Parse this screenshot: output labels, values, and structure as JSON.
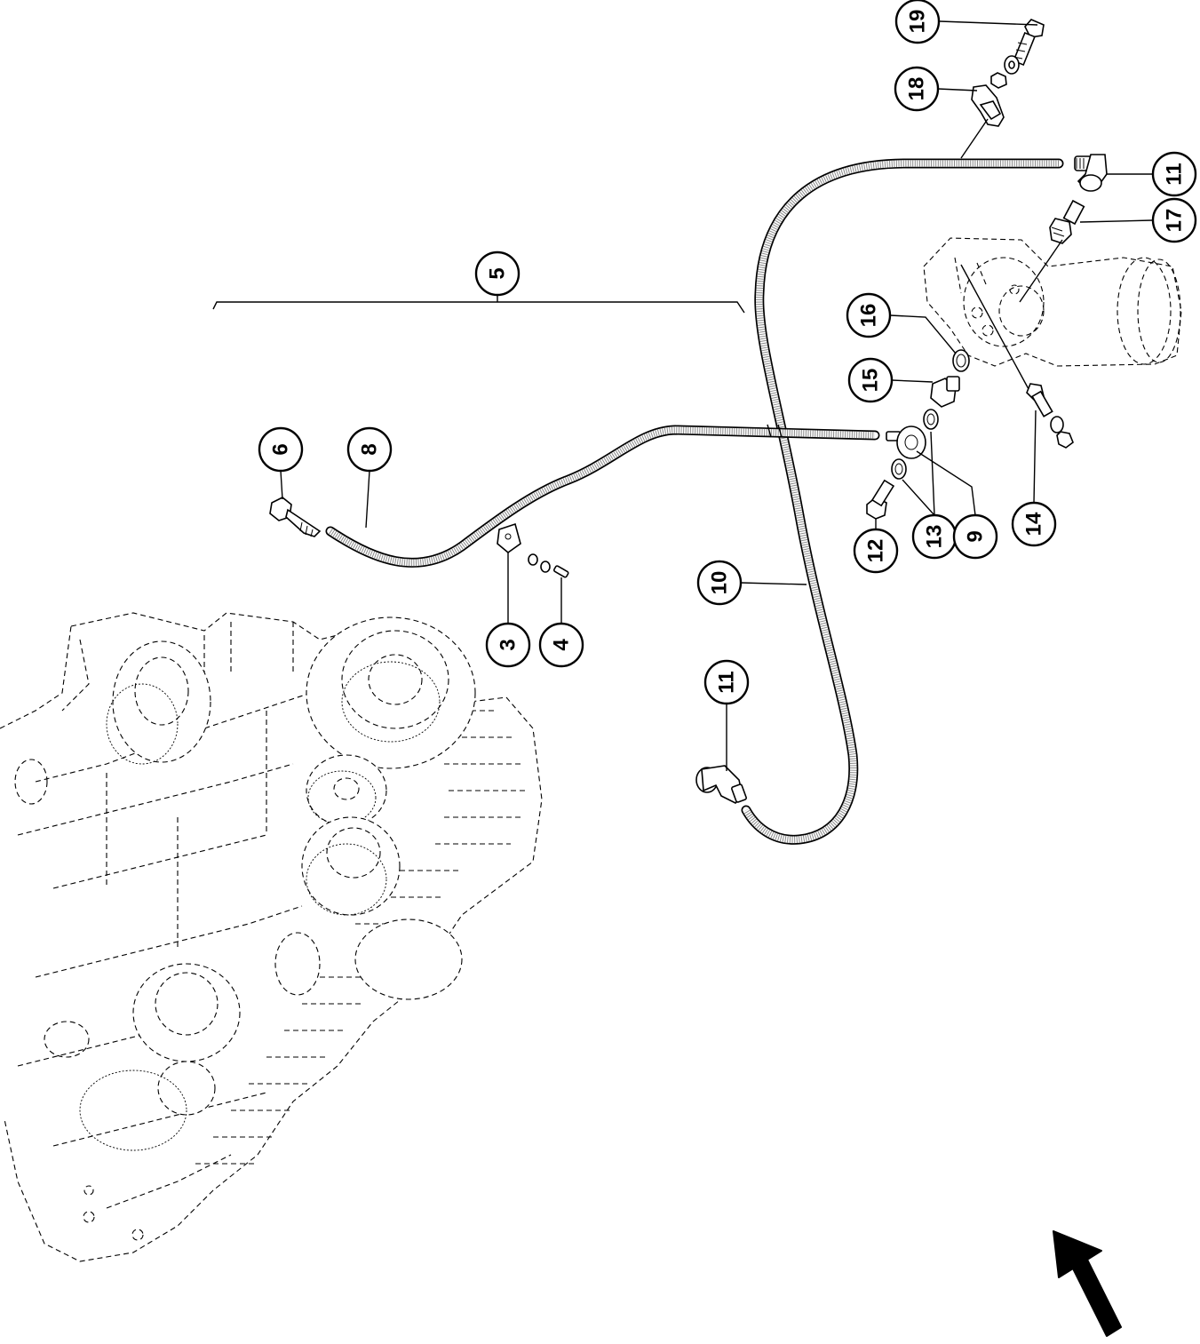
{
  "diagram": {
    "callouts": [
      {
        "id": "c19",
        "label": "19"
      },
      {
        "id": "c18",
        "label": "18"
      },
      {
        "id": "c11a",
        "label": "11"
      },
      {
        "id": "c17",
        "label": "17"
      },
      {
        "id": "c5",
        "label": "5"
      },
      {
        "id": "c16",
        "label": "16"
      },
      {
        "id": "c15",
        "label": "15"
      },
      {
        "id": "c6",
        "label": "6"
      },
      {
        "id": "c8",
        "label": "8"
      },
      {
        "id": "c12",
        "label": "12"
      },
      {
        "id": "c13",
        "label": "13"
      },
      {
        "id": "c9",
        "label": "9"
      },
      {
        "id": "c14",
        "label": "14"
      },
      {
        "id": "c10",
        "label": "10"
      },
      {
        "id": "c3",
        "label": "3"
      },
      {
        "id": "c4",
        "label": "4"
      },
      {
        "id": "c11b",
        "label": "11"
      }
    ],
    "direction_arrow": "arrow-icon",
    "colors": {
      "line": "#000000",
      "background": "#ffffff",
      "hose_fill": "#8a8a8a"
    }
  }
}
